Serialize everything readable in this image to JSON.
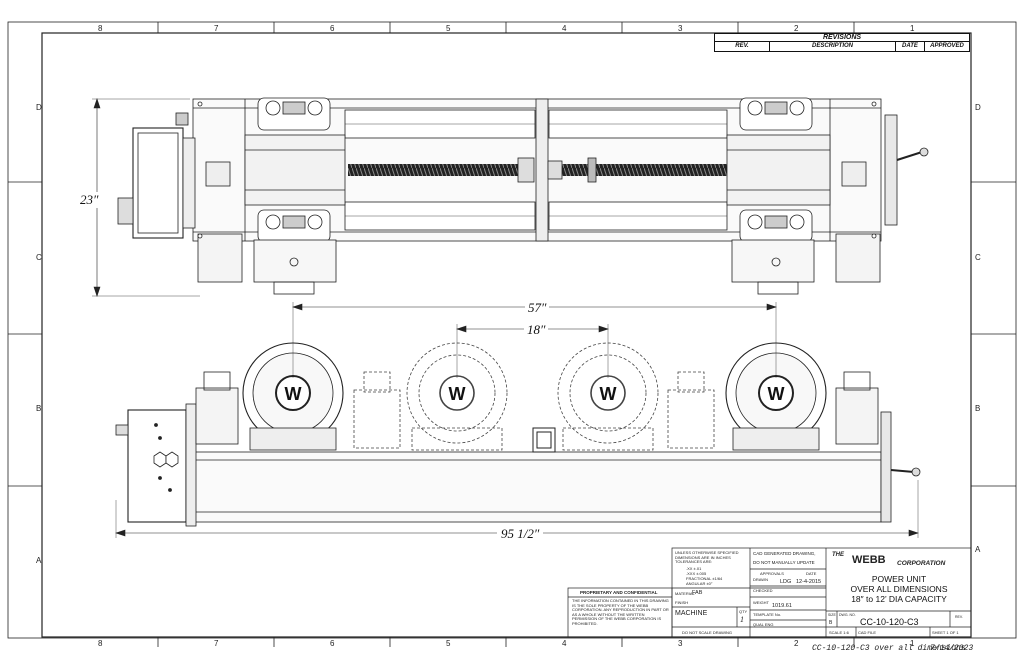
{
  "zones": {
    "columns": [
      "8",
      "7",
      "6",
      "5",
      "4",
      "3",
      "2",
      "1"
    ],
    "rows": [
      "D",
      "C",
      "B",
      "A"
    ]
  },
  "revisions": {
    "title": "REVISIONS",
    "columns": [
      "REV.",
      "DESCRIPTION",
      "DATE",
      "APPROVED"
    ]
  },
  "dimensions": {
    "overall_height": "23″",
    "wheel_span": "57″",
    "inner_span": "18″",
    "overall_length": "95 1/2″"
  },
  "title_block": {
    "tolerance_note": "UNLESS OTHERWISE SPECIFIED DIMENSIONS ARE IN INCHES TOLERANCES ARE:",
    "tol_rows": [
      ".XX  ±.01",
      ".XXX  ±.005",
      "FRACTIONAL  ±1/64",
      "ANGULAR  ±0°"
    ],
    "cad_note_1": "CAD GENERATED DRAWING,",
    "cad_note_2": "DO NOT MANUALLY UPDATE",
    "approvals_label": "APPROVALS",
    "date_label": "DATE",
    "drawn_label": "DRAWN",
    "drawn_by": "LDG",
    "drawn_date": "12-4-2015",
    "checked_label": "CHECKED",
    "material_label": "MATERIAL",
    "material_value": "FAB",
    "finish_label": "FINISH",
    "weight_label": "WEIGHT",
    "weight_value": "1019.61",
    "template_label": "TEMPLATE No.",
    "qual_eng_label": "QUAL ENG",
    "machine_label": "MACHINE",
    "qty_label": "QTY",
    "qty_value": "1",
    "scale_note": "DO NOT SCALE DRAWING",
    "proprietary_title": "PROPRIETARY AND CONFIDENTIAL",
    "proprietary_text": "THE INFORMATION CONTAINED IN THIS DRAWING IS THE SOLE PROPERTY OF THE WEBB CORPORATION. ANY REPRODUCTION IN PART OR AS A WHOLE WITHOUT THE WRITTEN PERMISSION OF THE WEBB CORPORATION IS PROHIBITED.",
    "company_the": "THE",
    "company_name": "WEBB",
    "company_suffix": "CORPORATION",
    "title_lines": [
      "POWER UNIT",
      "OVER ALL DIMENSIONS",
      "18″ to 12’ DIA CAPACITY"
    ],
    "size_label": "SIZE",
    "size_value": "B",
    "dwg_label": "DWG. NO.",
    "dwg_no": "CC-10-120-C3",
    "rev_label": "REV.",
    "scale_label": "SCALE 1:6",
    "cad_file_label": "CAD FILE",
    "sheet_label": "SHEET 1 OF 1"
  },
  "footer": {
    "file_name": "CC-10-120-C3 over all dimensions",
    "print_date": "7/14/2023"
  }
}
